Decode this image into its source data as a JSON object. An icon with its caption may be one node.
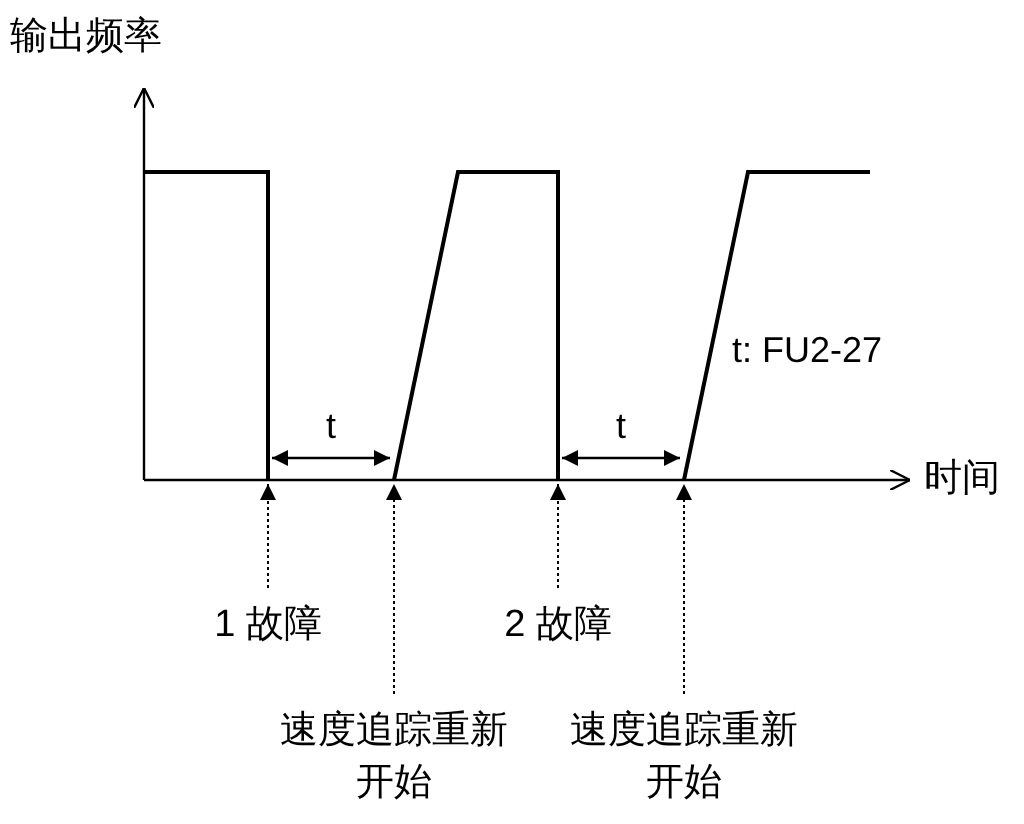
{
  "diagram": {
    "nodes": [
      {
        "text": [
          "1 故障"
        ]
      },
      {
        "text": [
          "2 故障"
        ]
      },
      {
        "text": [
          "速度追踪重新开始"
        ]
      },
      {
        "text": [
          "速度追踪重新开始"
        ]
      }
    ],
    "edges": [
      {
        "from": 0,
        "to": null,
        "arrow": "to",
        "style": "dashed"
      },
      {
        "from": 2,
        "to": null,
        "arrow": "to",
        "style": "dashed"
      },
      {
        "from": 1,
        "to": null,
        "arrow": "to",
        "style": "dashed"
      },
      {
        "from": 3,
        "to": null,
        "arrow": "to",
        "style": "dashed"
      }
    ],
    "labels": [
      "输出频率",
      "t",
      "t",
      "t: FU2-27",
      "时间"
    ]
  }
}
